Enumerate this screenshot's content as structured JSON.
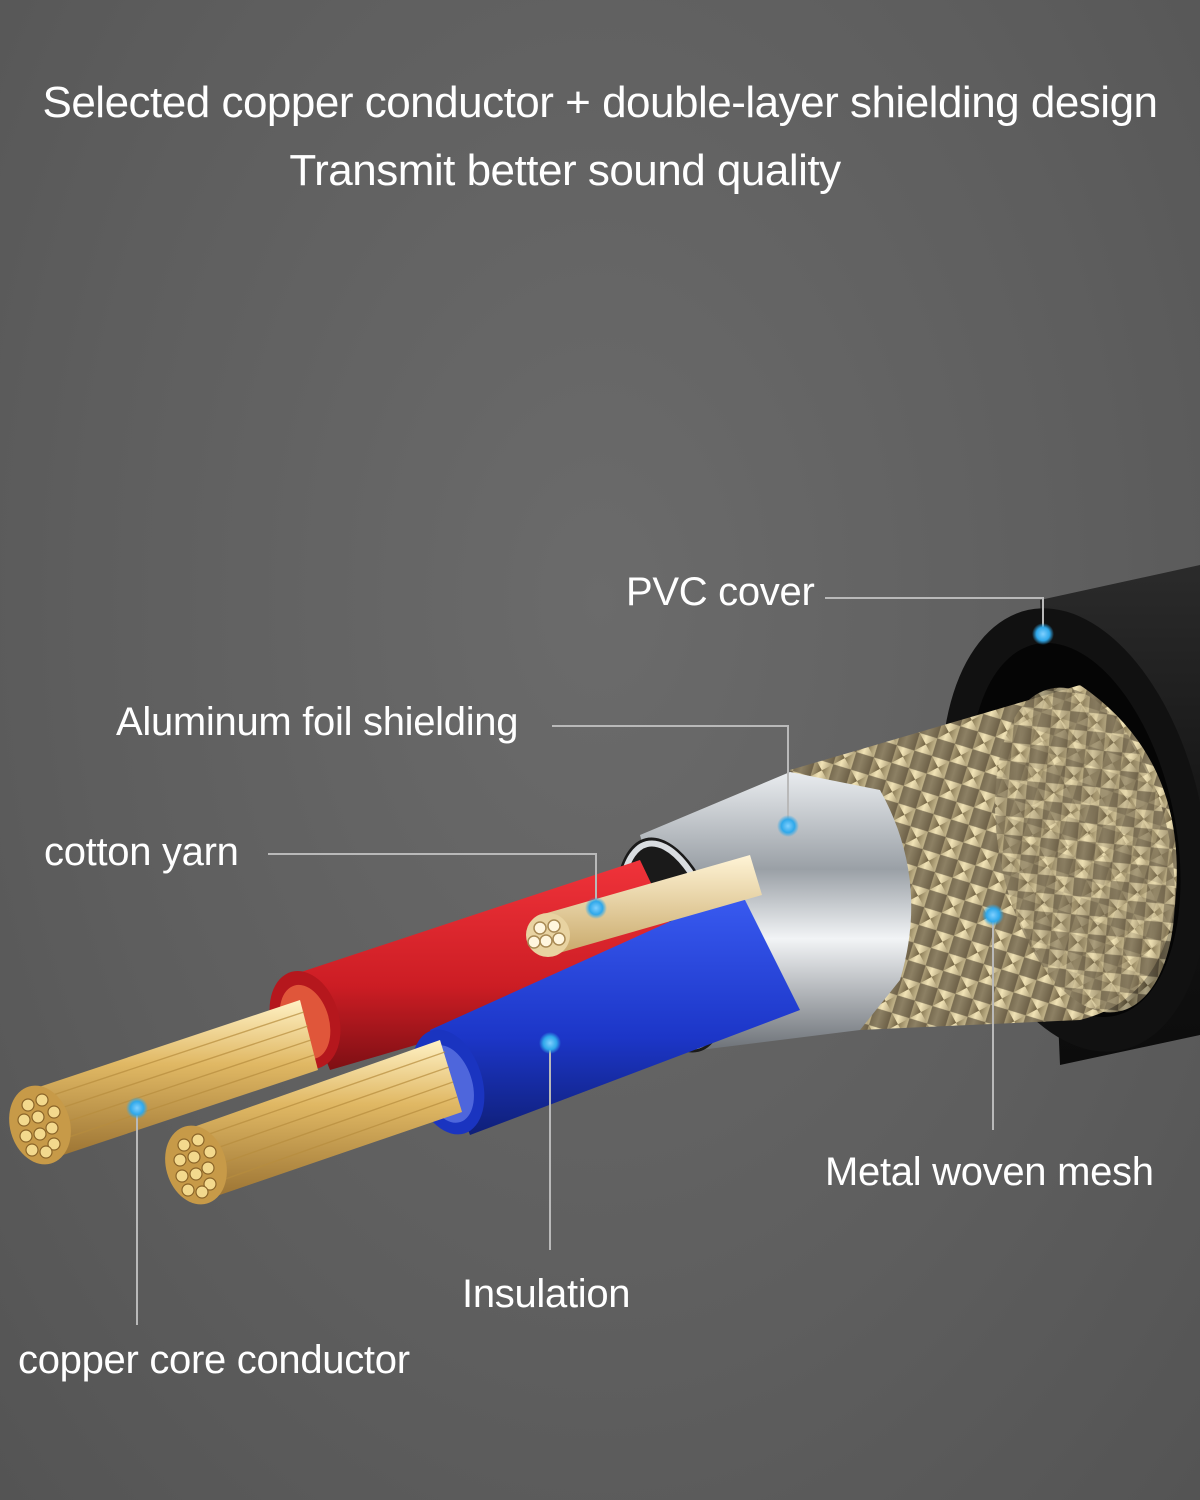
{
  "headline": {
    "line1": "Selected copper conductor + double-layer shielding design",
    "line2": "Transmit better sound quality"
  },
  "callouts": {
    "pvc_cover": "PVC cover",
    "aluminum_foil": "Aluminum foil shielding",
    "cotton_yarn": "cotton yarn",
    "metal_mesh": "Metal woven mesh",
    "insulation": "Insulation",
    "copper_core": "copper core conductor"
  },
  "colors": {
    "background": "#5e5e5e",
    "marker": "#2fa8ea",
    "leader_line": "#b9b9b9",
    "red_insulation": "#d8232a",
    "blue_insulation": "#1f3fd6",
    "copper": "#d9b25a",
    "foil": "#c9cdd2",
    "jacket": "#1c1c1c"
  }
}
